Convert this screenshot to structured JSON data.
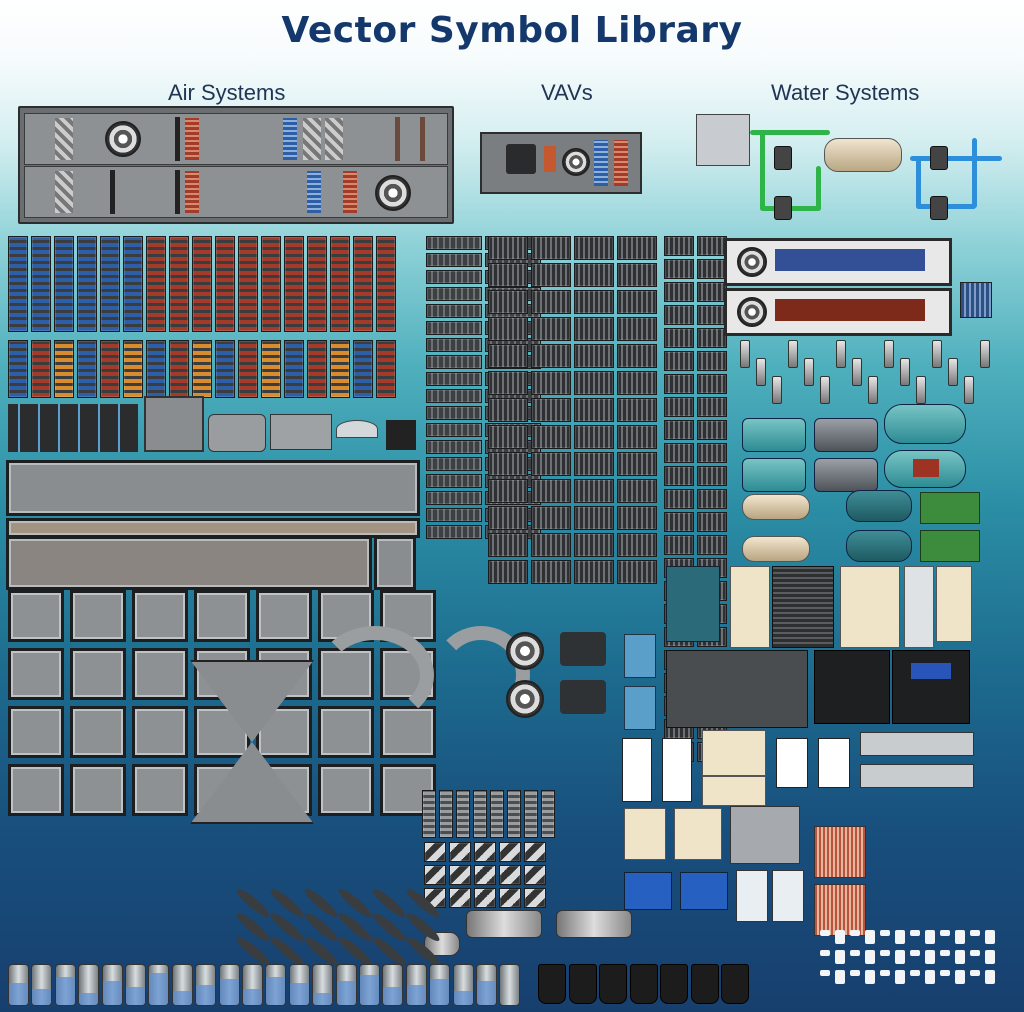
{
  "title": "Vector Symbol Library",
  "sections": {
    "air": "Air Systems",
    "vav": "VAVs",
    "water": "Water Systems"
  },
  "colors": {
    "title": "#14386b",
    "labels": "#1f3553",
    "pipe_green": "#2fb449",
    "pipe_blue": "#2d8fd9",
    "coil_blue": "#2c5fa8",
    "coil_red": "#a33a2a",
    "coil_orange": "#d98c2e"
  },
  "icons": [
    "air-handling-unit-icon",
    "vav-box-icon",
    "chiller-plant-icon",
    "coil-icon",
    "damper-icon",
    "fan-icon",
    "duct-icon",
    "fan-coil-icon",
    "valve-icon",
    "sensor-icon",
    "chiller-icon",
    "boiler-icon",
    "cooling-tower-icon",
    "pump-icon",
    "tank-icon",
    "heat-exchanger-icon",
    "cylinder-icon",
    "filter-bucket-icon"
  ],
  "tank_levels": [
    0.55,
    0.4,
    0.7,
    0.3,
    0.6,
    0.45,
    0.8,
    0.35,
    0.5,
    0.65,
    0.4,
    0.7,
    0.55,
    0.3,
    0.6,
    0.75,
    0.45,
    0.5,
    0.65,
    0.35,
    0.6,
    0.0
  ]
}
